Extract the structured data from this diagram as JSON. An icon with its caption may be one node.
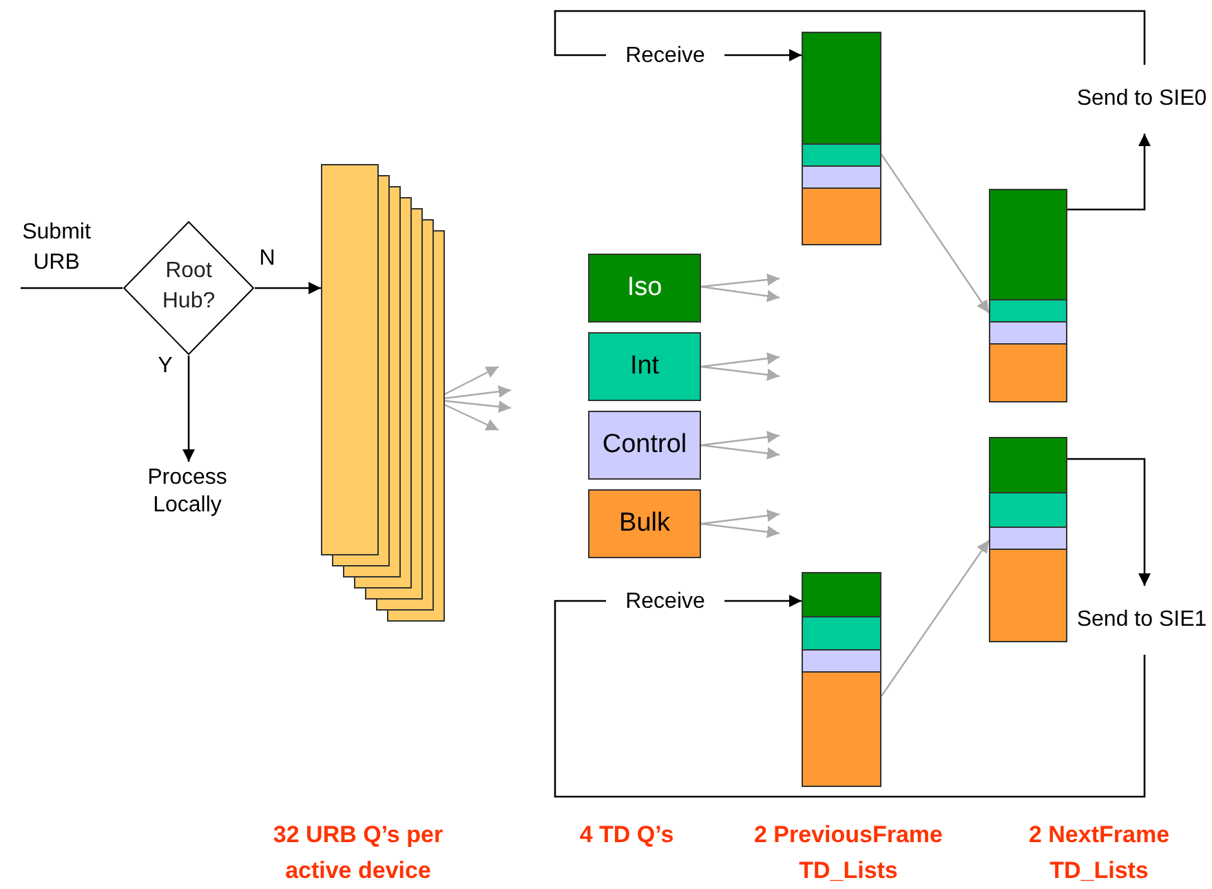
{
  "diagram": {
    "nodes": [
      {
        "text": [
          "Root Hub?"
        ]
      },
      {
        "text": [
          "Process Locally"
        ]
      },
      {
        "text": [],
        "shape": "box"
      },
      {
        "text": [
          "Iso"
        ]
      },
      {
        "text": [
          "Int"
        ]
      },
      {
        "text": [
          "Control"
        ]
      },
      {
        "text": [
          "Bulk"
        ]
      },
      {
        "text": [],
        "shape": "bar"
      },
      {
        "text": [],
        "shape": "bar"
      },
      {
        "text": [],
        "shape": "bar"
      },
      {
        "text": [],
        "shape": "bar"
      },
      {
        "text": [
          "Receive"
        ]
      },
      {
        "text": [
          "Send to SIE0"
        ]
      },
      {
        "text": [
          "Receive"
        ]
      },
      {
        "text": [
          "Send to SIE1"
        ]
      }
    ],
    "edges": [
      {
        "from": null,
        "to": 0,
        "arrow": "none",
        "label": "Submit URB",
        "color": "#000000"
      },
      {
        "from": 0,
        "to": 2,
        "arrow": "to",
        "label": "N",
        "color": "#000000"
      },
      {
        "from": 0,
        "to": 1,
        "arrow": "to",
        "label": "Y",
        "color": "#000000"
      },
      {
        "from": 2,
        "to": null,
        "arrow": "to"
      },
      {
        "from": 2,
        "to": null,
        "arrow": "to"
      },
      {
        "from": 2,
        "to": null,
        "arrow": "to"
      },
      {
        "from": 2,
        "to": null,
        "arrow": "to"
      },
      {
        "from": 3,
        "to": null,
        "arrow": "to"
      },
      {
        "from": 3,
        "to": null,
        "arrow": "to"
      },
      {
        "from": 4,
        "to": null,
        "arrow": "to"
      },
      {
        "from": 4,
        "to": null,
        "arrow": "to"
      },
      {
        "from": 5,
        "to": null,
        "arrow": "to"
      },
      {
        "from": 5,
        "to": null,
        "arrow": "to"
      },
      {
        "from": 6,
        "to": null,
        "arrow": "to"
      },
      {
        "from": 6,
        "to": null,
        "arrow": "to"
      },
      {
        "from": 7,
        "to": 9,
        "arrow": "to"
      },
      {
        "from": 8,
        "to": 10,
        "arrow": "to"
      },
      {
        "from": 11,
        "to": 7,
        "arrow": "to",
        "color": "#000000"
      },
      {
        "from": 9,
        "to": 12,
        "arrow": "to",
        "color": "#000000"
      },
      {
        "from": 12,
        "to": 11,
        "arrow": "none",
        "color": "#000000"
      },
      {
        "from": 10,
        "to": 14,
        "arrow": "to",
        "color": "#000000"
      },
      {
        "from": 14,
        "to": 13,
        "arrow": "none",
        "color": "#000000"
      },
      {
        "from": 13,
        "to": 8,
        "arrow": "to",
        "color": "#000000"
      }
    ],
    "labels": [
      "32 URB Q’s per active device",
      "4 TD Q’s",
      "2 PreviousFrame TD_Lists",
      "2 NextFrame TD_Lists"
    ]
  }
}
